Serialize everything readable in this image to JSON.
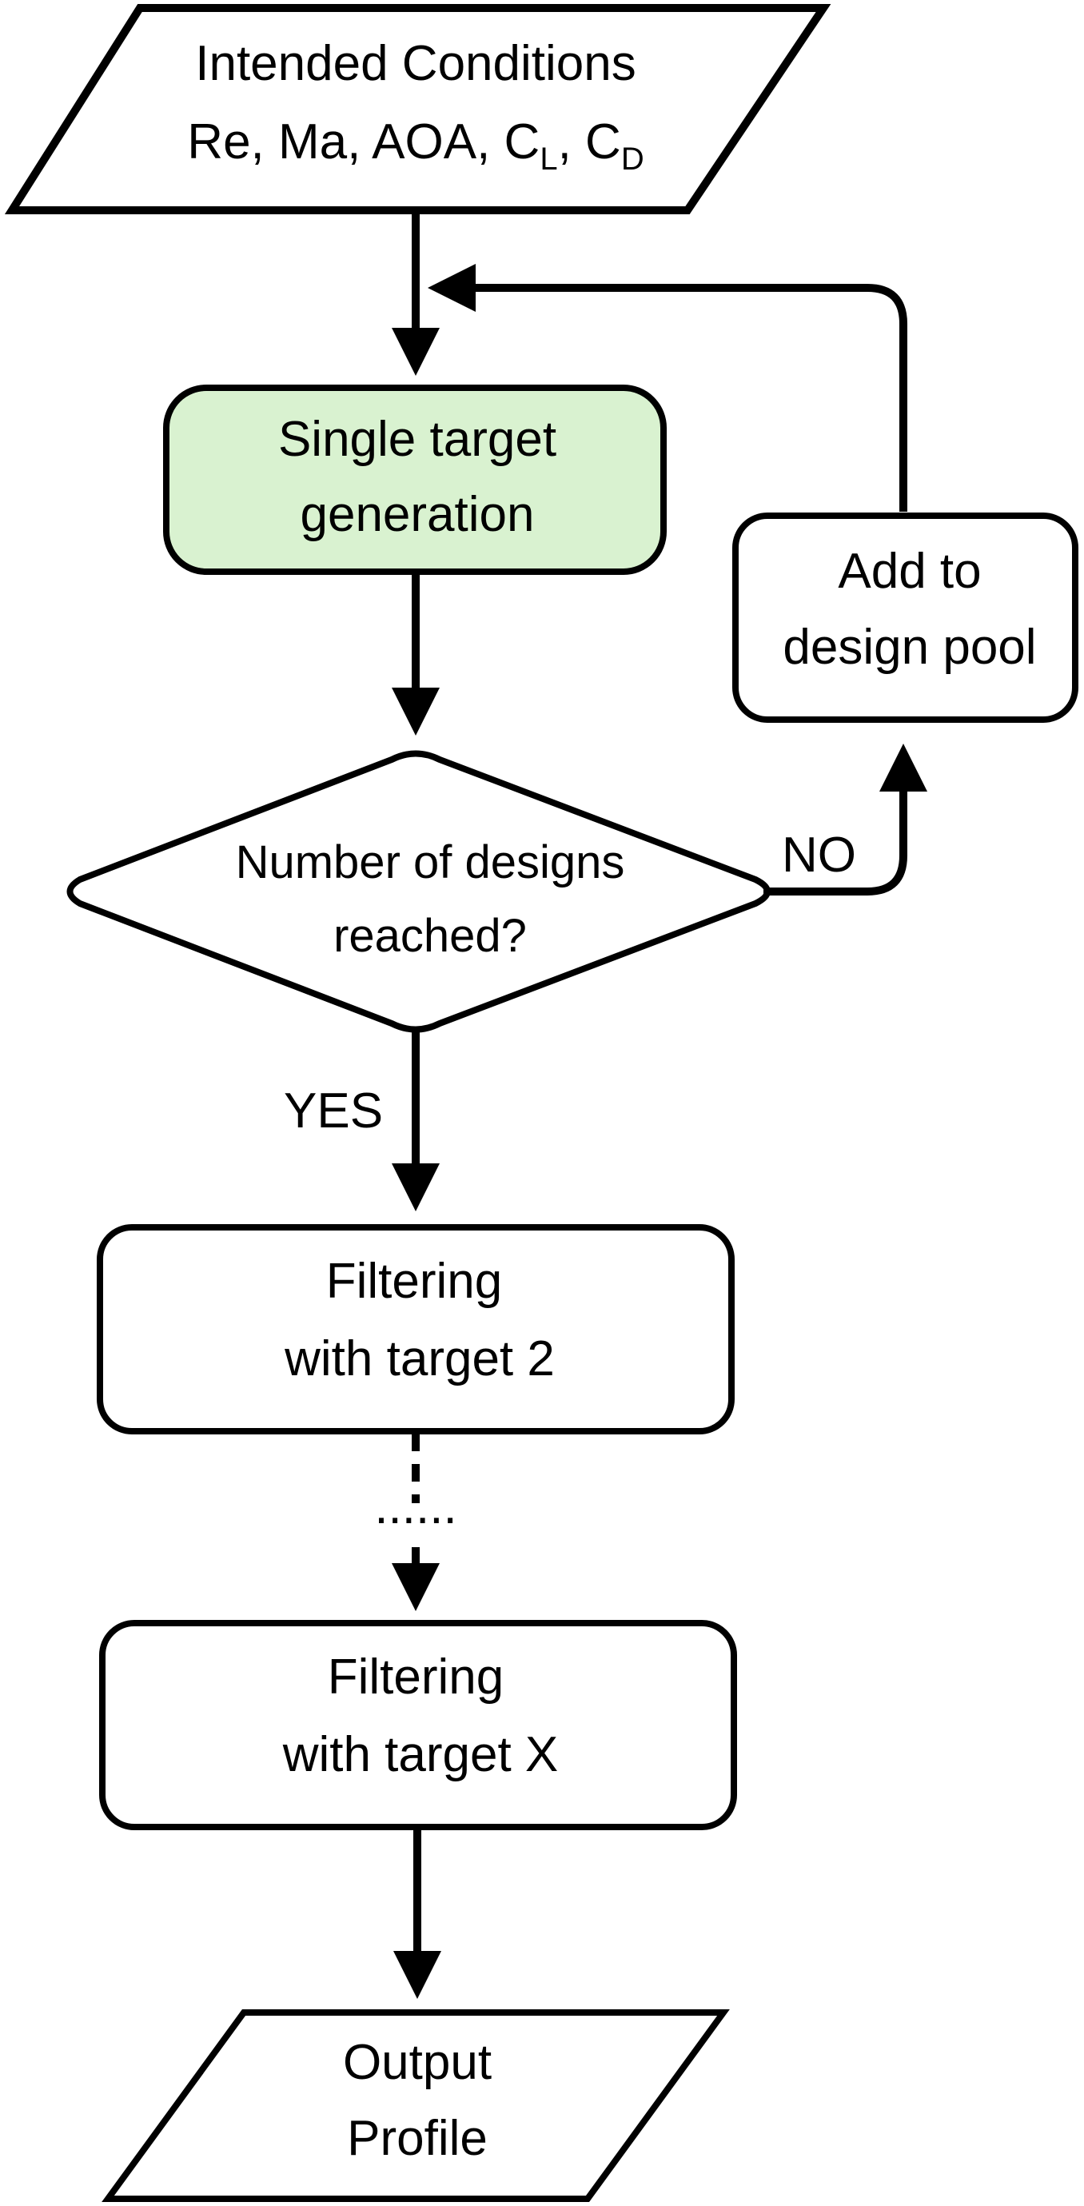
{
  "nodes": {
    "intended_conditions": {
      "line1": "Intended Conditions",
      "line2_prefix": "Re, Ma, AOA, C",
      "cl_sub": "L",
      "sep": ", C",
      "cd_sub": "D"
    },
    "single_target": {
      "line1": "Single target",
      "line2": "generation",
      "fill_color": "#d9f2d0"
    },
    "decision": {
      "line1": "Number of designs",
      "line2": "reached?"
    },
    "design_pool": {
      "line1": "Add to",
      "line2": "design pool"
    },
    "filter_2": {
      "line1": "Filtering",
      "line2": "with target 2"
    },
    "ellipsis": "......",
    "filter_x": {
      "line1": "Filtering",
      "line2": "with target X"
    },
    "output": {
      "line1": "Output",
      "line2": "Profile"
    }
  },
  "edge_labels": {
    "no": "NO",
    "yes": "YES"
  },
  "colors": {
    "stroke": "#000000",
    "background": "#ffffff",
    "highlight_fill": "#d9f2d0"
  }
}
